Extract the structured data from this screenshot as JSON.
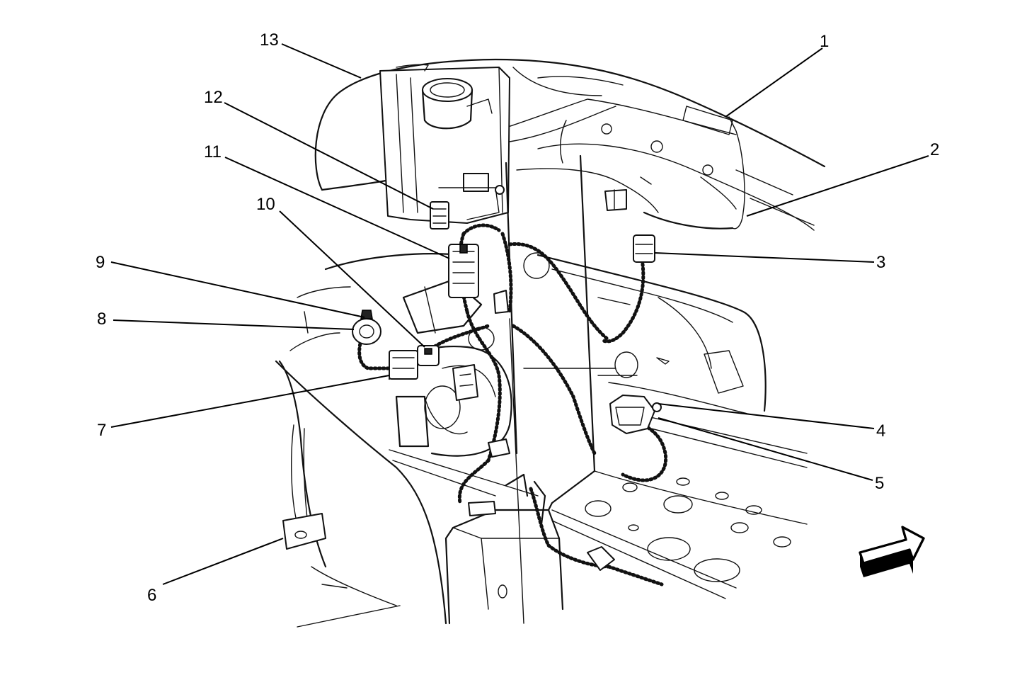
{
  "callouts": [
    {
      "id": "1",
      "text": "1"
    },
    {
      "id": "2",
      "text": "2"
    },
    {
      "id": "3",
      "text": "3"
    },
    {
      "id": "4",
      "text": "4"
    },
    {
      "id": "5",
      "text": "5"
    },
    {
      "id": "6",
      "text": "6"
    },
    {
      "id": "7",
      "text": "7"
    },
    {
      "id": "8",
      "text": "8"
    },
    {
      "id": "9",
      "text": "9"
    },
    {
      "id": "10",
      "text": "10"
    },
    {
      "id": "11",
      "text": "11"
    },
    {
      "id": "12",
      "text": "12"
    },
    {
      "id": "13",
      "text": "13"
    }
  ],
  "colors": {
    "line": "#111111",
    "background": "#ffffff"
  },
  "icons": {
    "orientation_arrow": "forward-arrow-icon"
  }
}
